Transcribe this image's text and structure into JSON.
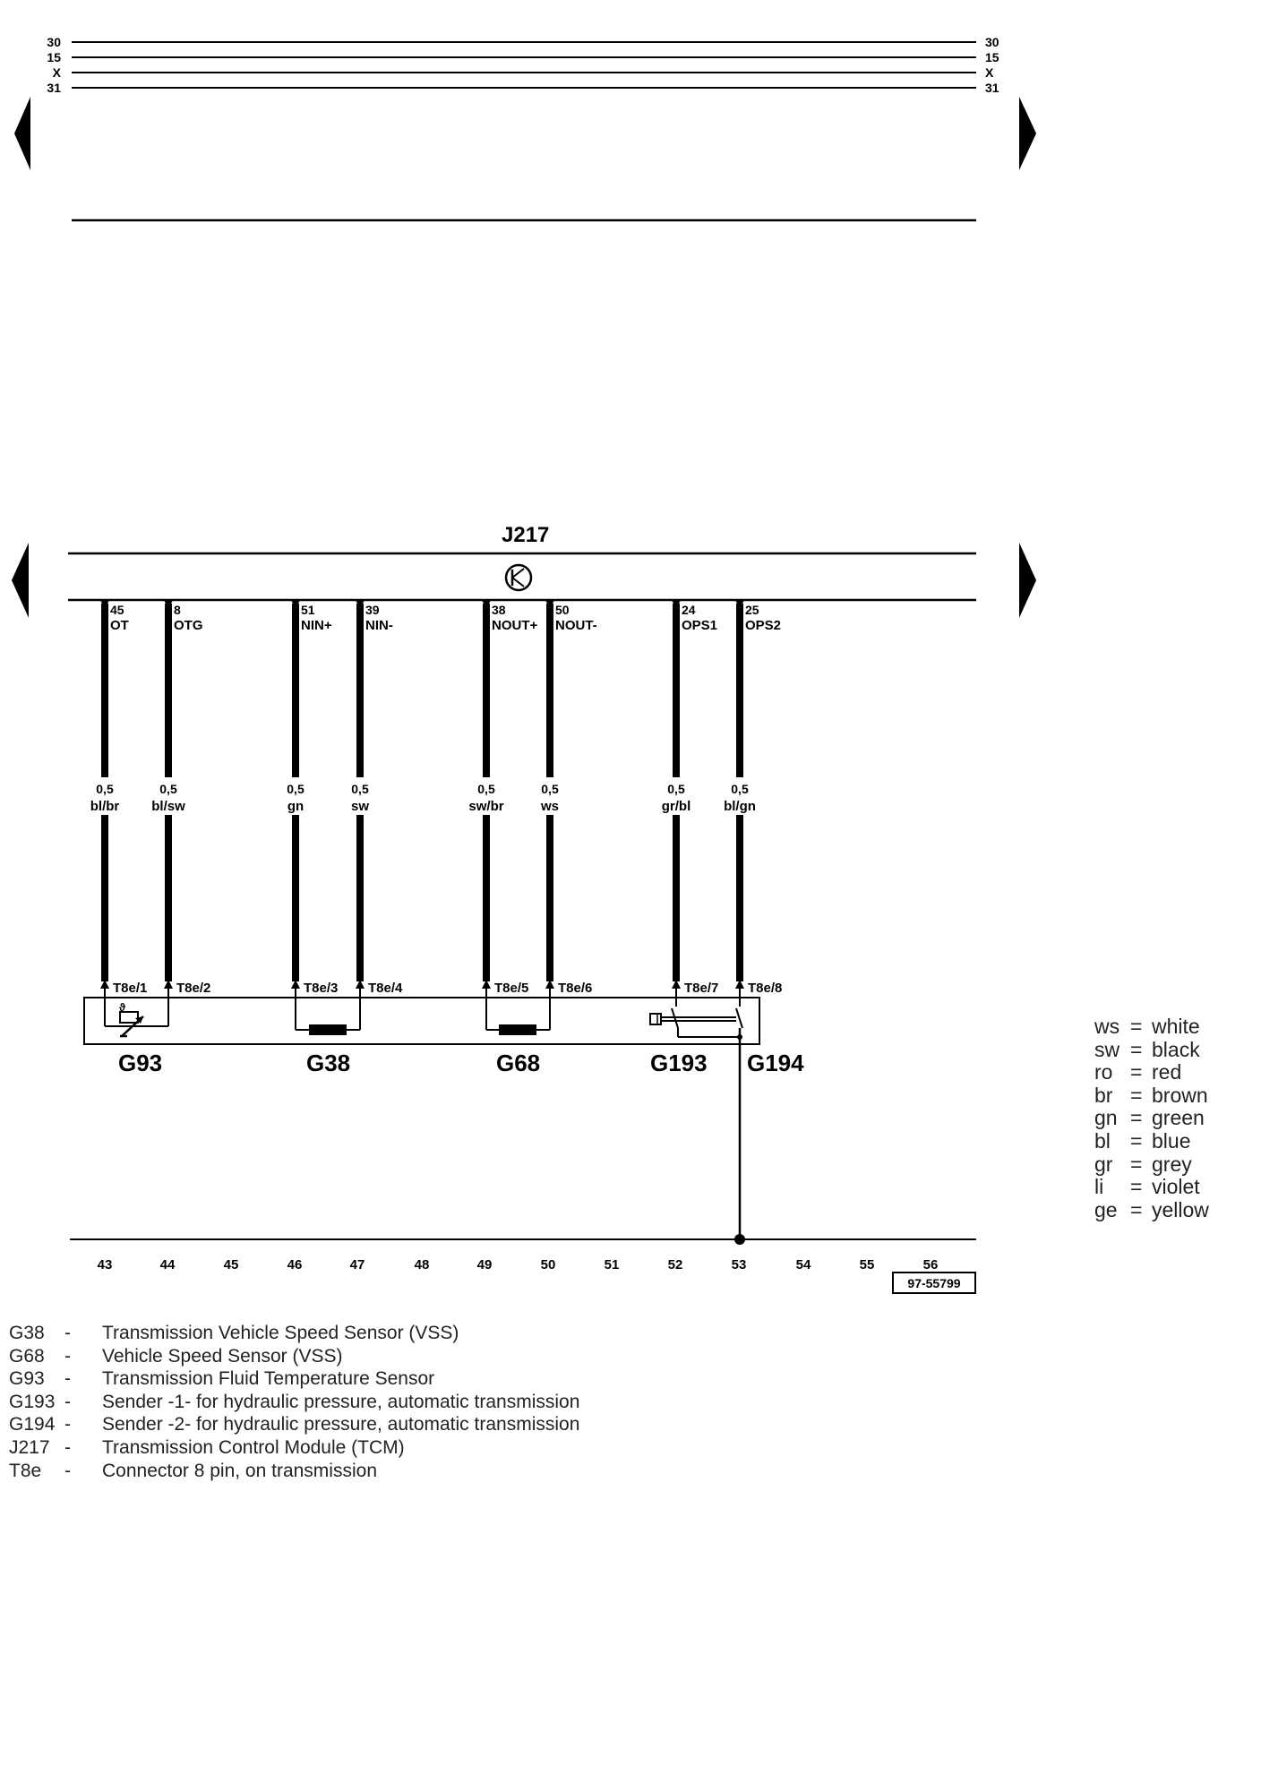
{
  "bus_labels": [
    "30",
    "15",
    "X",
    "31"
  ],
  "module_id": "J217",
  "pin_numbers": [
    "45",
    "8",
    "51",
    "39",
    "38",
    "50",
    "24",
    "25"
  ],
  "pin_signals": [
    "OT",
    "OTG",
    "NIN+",
    "NIN-",
    "NOUT+",
    "NOUT-",
    "OPS1",
    "OPS2"
  ],
  "wire_sizes": [
    "0,5",
    "0,5",
    "0,5",
    "0,5",
    "0,5",
    "0,5",
    "0,5",
    "0,5"
  ],
  "wire_colors": [
    "bl/br",
    "bl/sw",
    "gn",
    "sw",
    "sw/br",
    "ws",
    "gr/bl",
    "bl/gn"
  ],
  "connector_pins": [
    "T8e/1",
    "T8e/2",
    "T8e/3",
    "T8e/4",
    "T8e/5",
    "T8e/6",
    "T8e/7",
    "T8e/8"
  ],
  "components": [
    "G93",
    "G38",
    "G68",
    "G193",
    "G194"
  ],
  "track_numbers": [
    "43",
    "44",
    "45",
    "46",
    "47",
    "48",
    "49",
    "50",
    "51",
    "52",
    "53",
    "54",
    "55",
    "56"
  ],
  "diagram_id": "97-55799",
  "color_legend": [
    {
      "code": "ws",
      "name": "white"
    },
    {
      "code": "sw",
      "name": "black"
    },
    {
      "code": "ro",
      "name": "red"
    },
    {
      "code": "br",
      "name": "brown"
    },
    {
      "code": "gn",
      "name": "green"
    },
    {
      "code": "bl",
      "name": "blue"
    },
    {
      "code": "gr",
      "name": "grey"
    },
    {
      "code": "li",
      "name": "violet"
    },
    {
      "code": "ge",
      "name": "yellow"
    }
  ],
  "component_legend": [
    {
      "code": "G38",
      "desc": "Transmission Vehicle Speed Sensor (VSS)"
    },
    {
      "code": "G68",
      "desc": "Vehicle Speed Sensor (VSS)"
    },
    {
      "code": "G93",
      "desc": "Transmission Fluid Temperature Sensor"
    },
    {
      "code": "G193",
      "desc": "Sender -1- for hydraulic pressure, automatic transmission"
    },
    {
      "code": "G194",
      "desc": "Sender -2- for hydraulic pressure, automatic transmission"
    },
    {
      "code": "J217",
      "desc": "Transmission Control Module (TCM)"
    },
    {
      "code": "T8e",
      "desc": "Connector 8 pin, on transmission"
    }
  ]
}
